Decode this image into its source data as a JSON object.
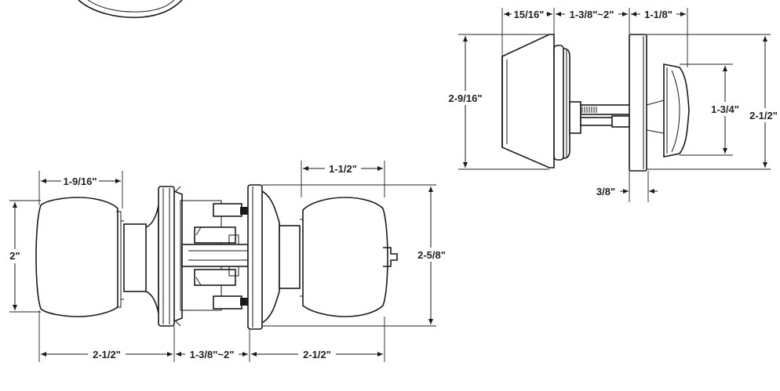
{
  "knob_set": {
    "knob_diameter": "1-9/16\"",
    "knob_height": "2\"",
    "rose_projection": "1-1/2\"",
    "rose_diameter": "2-5/8\"",
    "outside_projection": "2-1/2\"",
    "door_thickness": "1-3/8\"~2\"",
    "inside_projection": "2-1/2\""
  },
  "deadbolt": {
    "cylinder_depth": "15/16\"",
    "door_thickness": "1-3/8\"~2\"",
    "turn_depth": "1-1/8\"",
    "cylinder_height": "2-9/16\"",
    "turn_height": "1-3/4\"",
    "rose_height": "2-1/2\"",
    "rose_thickness": "3/8\""
  }
}
